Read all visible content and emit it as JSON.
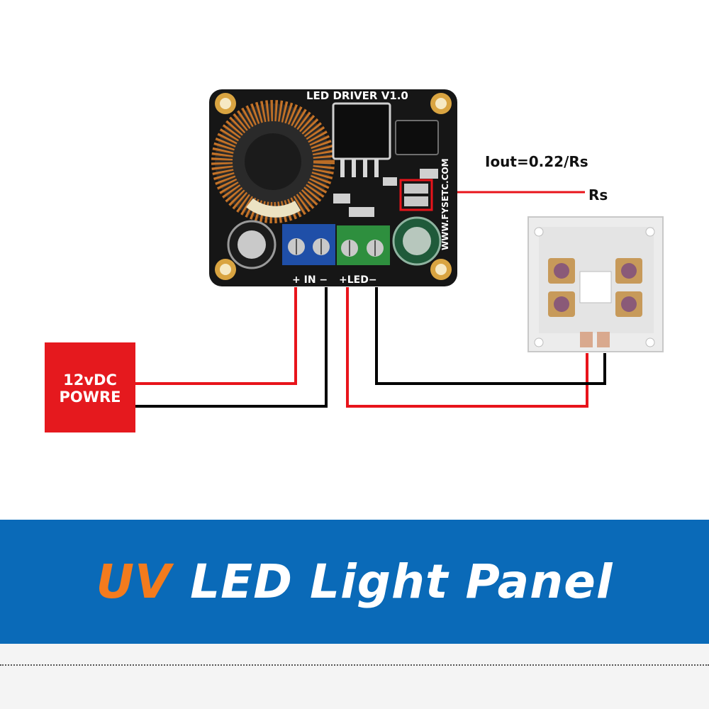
{
  "colors": {
    "wire_positive": "#e8141b",
    "wire_negative": "#000000",
    "power_box": "#e5191e",
    "banner_bg": "#0a6ab8",
    "banner_accent": "#f37b1d",
    "pcb": "#161616",
    "terminal_in": "#1f4fa8",
    "terminal_led": "#2e8f3e"
  },
  "driver_board": {
    "title": "LED DRIVER V1.0",
    "url": "WWW.FYSETC.COM",
    "in_label": "+ IN −",
    "led_label": "+LED−"
  },
  "formula": "Iout=0.22/Rs",
  "resistor_label": "Rs",
  "power_supply": {
    "line1": "12vDC",
    "line2": "POWRE"
  },
  "banner": {
    "accent": "UV",
    "rest": "LED Light Panel"
  },
  "icons": [
    "inductor-coil-icon",
    "capacitor-icon",
    "screw-terminal-icon",
    "uv-led-chip-icon"
  ]
}
